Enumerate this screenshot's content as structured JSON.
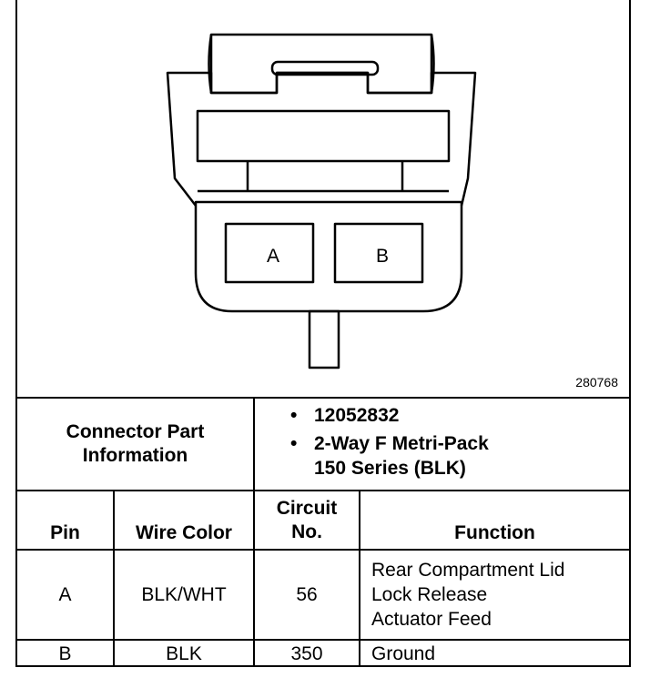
{
  "diagram": {
    "pin_labels": [
      "A",
      "B"
    ],
    "figure_id": "280768"
  },
  "info": {
    "title_line1": "Connector Part",
    "title_line2": "Information",
    "bullet": "•",
    "part_number": "12052832",
    "desc_line1": "2-Way F Metri-Pack",
    "desc_line2": "150 Series (BLK)"
  },
  "table": {
    "headers": {
      "pin": "Pin",
      "wire_color": "Wire Color",
      "circuit_line1": "Circuit",
      "circuit_line2": "No.",
      "function": "Function"
    },
    "rows": [
      {
        "pin": "A",
        "wire_color": "BLK/WHT",
        "circuit": "56",
        "function_lines": [
          "Rear Compartment Lid",
          "Lock Release",
          "Actuator Feed"
        ]
      },
      {
        "pin": "B",
        "wire_color": "BLK",
        "circuit": "350",
        "function_lines": [
          "Ground"
        ]
      }
    ]
  }
}
